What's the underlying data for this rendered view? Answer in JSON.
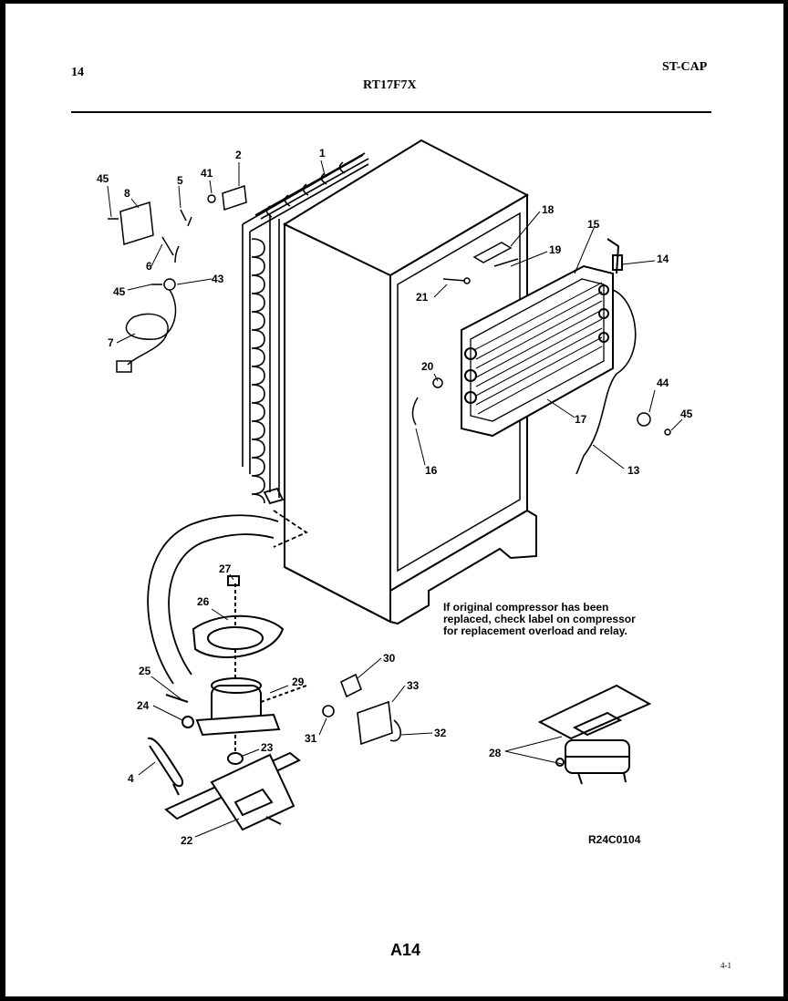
{
  "header": {
    "page_number": "14",
    "model": "RT17F7X",
    "code": "ST-CAP"
  },
  "callouts": {
    "c1": "1",
    "c2": "2",
    "c4": "4",
    "c5": "5",
    "c6": "6",
    "c7": "7",
    "c8": "8",
    "c13": "13",
    "c14": "14",
    "c15": "15",
    "c16": "16",
    "c17": "17",
    "c18": "18",
    "c19": "19",
    "c20": "20",
    "c21": "21",
    "c22": "22",
    "c23": "23",
    "c24": "24",
    "c25": "25",
    "c26": "26",
    "c27": "27",
    "c28": "28",
    "c29": "29",
    "c30": "30",
    "c31": "31",
    "c32": "32",
    "c33": "33",
    "c41": "41",
    "c43": "43",
    "c45a": "45",
    "c45b": "45",
    "c45c": "45",
    "c44": "44"
  },
  "note": "If original compressor has been replaced, check label on compressor for replacement overload and relay.",
  "reference_code": "R24C0104",
  "page_id": "A14",
  "corner_mark": "4-1"
}
